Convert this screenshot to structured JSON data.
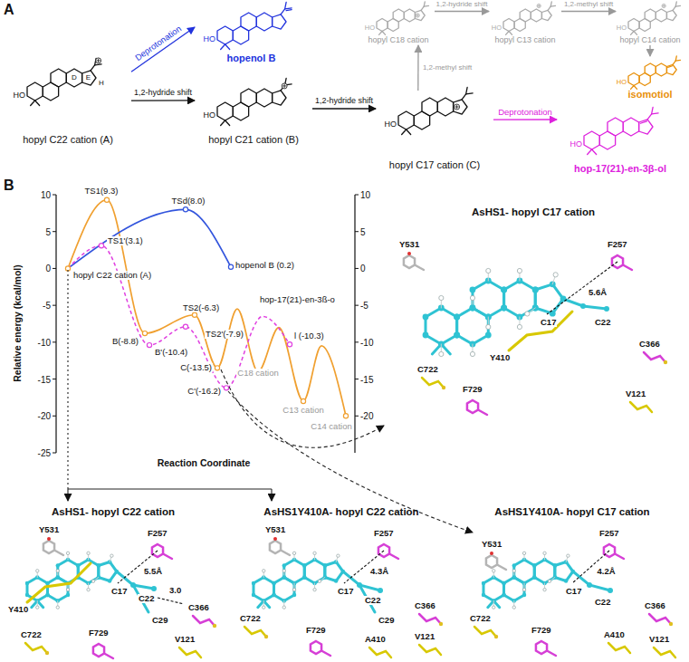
{
  "diagram": {
    "nodes": [
      {
        "text": [
          "hopyl C22 cation (A)"
        ]
      },
      {
        "text": [
          "hopenol B"
        ]
      },
      {
        "text": [
          "hopyl C21 cation (B)"
        ]
      },
      {
        "text": [
          "hopyl C17 cation (C)"
        ]
      },
      {
        "text": [
          "hop-17(21)-en-3β-ol"
        ]
      },
      {
        "text": [
          "hopyl C18 cation"
        ]
      },
      {
        "text": [
          "hopyl C13 cation"
        ]
      },
      {
        "text": [
          "hopyl C14 cation"
        ]
      },
      {
        "text": [
          "isomotiol"
        ]
      },
      {
        "text": [
          "AsHS1- hopyl C17 cation"
        ]
      },
      {
        "text": [
          "AsHS1- hopyl C22 cation"
        ]
      },
      {
        "text": [
          "AsHS1Y410A- hopyl C22 cation"
        ]
      },
      {
        "text": [
          "AsHS1Y410A- hopyl C17 cation"
        ]
      }
    ],
    "edges": [
      {
        "from": 0,
        "to": 1,
        "arrow": "to",
        "label": "Deprotonation"
      },
      {
        "from": 0,
        "to": 2,
        "arrow": "to",
        "label": "1,2-hydride shift"
      },
      {
        "from": 2,
        "to": 3,
        "arrow": "to",
        "label": "1,2-hydride shift"
      },
      {
        "from": 3,
        "to": 4,
        "arrow": "to",
        "label": "Deprotonation"
      },
      {
        "from": 3,
        "to": 5,
        "arrow": "to",
        "label": "1,2-methyl shift"
      },
      {
        "from": 5,
        "to": 6,
        "arrow": "to",
        "label": "1,2-hydride shift"
      },
      {
        "from": 6,
        "to": 7,
        "arrow": "to",
        "label": "1,2-methyl shift"
      },
      {
        "from": 7,
        "to": 8,
        "arrow": "to"
      }
    ],
    "labels": [
      "A",
      "D",
      "E",
      "H",
      "HO",
      "HO",
      "HO",
      "HO",
      "HO",
      "HO",
      "HO",
      "HO",
      "HO",
      "B",
      "Relative energy (kcal/mol)",
      "Reaction Coordinate",
      "10",
      "5",
      "0",
      "-5",
      "-10",
      "-15",
      "-20",
      "-25",
      "10",
      "5",
      "0",
      "-5",
      "-10",
      "-15",
      "-20",
      "TS1(9.3)",
      "TSd(8.0)",
      "TS1'(3.1)",
      "hopyl C22 cation (A)",
      "hopenol B (0.2)",
      "B(-8.8)",
      "B'(-10.4)",
      "TS2(-6.3)",
      "TS2'(-7.9)",
      "C(-13.5)",
      "C'(-16.2)",
      "C18 cation",
      "C13 cation",
      "C14 cation",
      "hop-17(21)-en-3ß-o",
      "l (-10.3)",
      "Y531",
      "F257",
      "5.6Å",
      "C22",
      "C366",
      "Y410",
      "C17",
      "C722",
      "F729",
      "V121",
      "Y531",
      "F257",
      "5.5Å",
      "Y410",
      "C17",
      "C22",
      "3.0",
      "C366",
      "C29",
      "C722",
      "F729",
      "V121",
      "Y531",
      "F257",
      "4.3Å",
      "C17",
      "C22",
      "C29",
      "C366",
      "C722",
      "F729",
      "A410",
      "V121",
      "Y531",
      "F257",
      "4.2Å",
      "C17",
      "C22",
      "C366",
      "C722",
      "F729",
      "A410",
      "V121"
    ]
  }
}
